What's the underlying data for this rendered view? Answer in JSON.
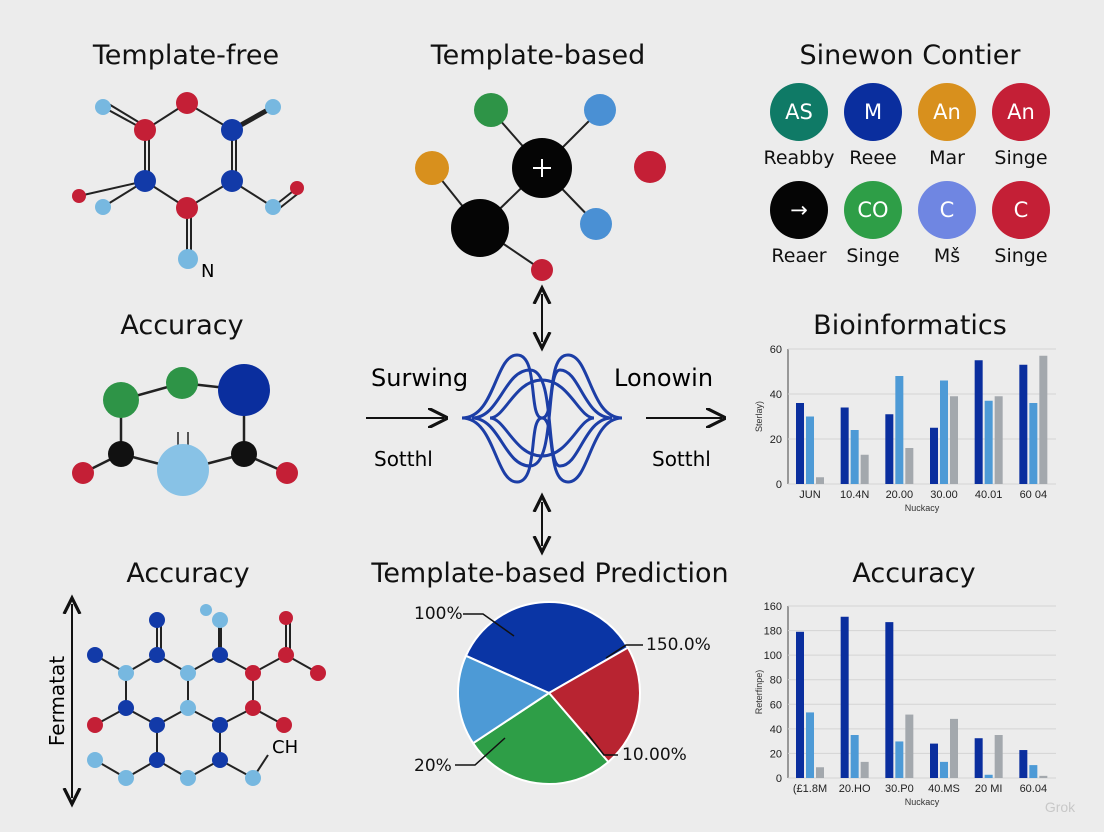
{
  "titles": {
    "top_left": "Template-free",
    "top_center": "Template-based",
    "top_right": "Sinew",
    "top_right_rest": "on Contier",
    "mid_left": "Accuracy",
    "mid_right": "Bioinformatics",
    "bot_left": "Accuracy",
    "bot_center": "Template-based Prediction",
    "bot_right": "Accuracy"
  },
  "molecule_top_left": {
    "atom_label": "N"
  },
  "molecule_bot_left": {
    "axis_label": "Fermatat",
    "atom_label": "CH"
  },
  "legend_grid": [
    {
      "badge": "AS",
      "label": "Reabby",
      "color": "#0f7a66"
    },
    {
      "badge": "M",
      "label": "Reee",
      "color": "#0a2e9e"
    },
    {
      "badge": "An",
      "label": "Mar",
      "color": "#d8901d"
    },
    {
      "badge": "An",
      "label": "Singe",
      "color": "#c41f36"
    },
    {
      "badge": "→",
      "label": "Reaer",
      "color": "#050505"
    },
    {
      "badge": "CO",
      "label": "Singe",
      "color": "#2e9e47"
    },
    {
      "badge": "C",
      "label": "Mš",
      "color": "#6f86e2"
    },
    {
      "badge": "C",
      "label": "Singe",
      "color": "#c41f36"
    }
  ],
  "flow": {
    "left_top": "Surwing",
    "left_bottom": "Sotthl",
    "right_top": "Lonowin",
    "right_bottom": "Sotthl"
  },
  "chart_data": [
    {
      "type": "bar",
      "title": "Bioinformatics",
      "xlabel": "Nuckacy",
      "ylabel": "Sterlay)",
      "ylim": [
        0,
        60
      ],
      "yticks": [
        "0",
        "20",
        "40",
        "60"
      ],
      "categories": [
        "JUN",
        "10.4N",
        "20.00",
        "30.00",
        "40.01",
        "60 04"
      ],
      "series": [
        {
          "color": "#0a2e9e",
          "values": [
            36,
            34,
            31,
            25,
            55,
            53
          ]
        },
        {
          "color": "#4d9ad6",
          "values": [
            30,
            24,
            48,
            46,
            37,
            36
          ]
        },
        {
          "color": "#a3a8ad",
          "values": [
            3,
            13,
            16,
            39,
            39,
            57
          ]
        }
      ]
    },
    {
      "type": "bar",
      "title": "Accuracy",
      "xlabel": "Nuckacy",
      "ylabel": "Reterfinpe)",
      "ylim": [
        0,
        160
      ],
      "yticks": [
        "0",
        "20",
        "40",
        "60",
        "80",
        "100",
        "180",
        "160"
      ],
      "categories": [
        "(£1.8M",
        "20.HO",
        "30.P0",
        "40.MS",
        "20 MI",
        "60.04"
      ],
      "series": [
        {
          "color": "#0a2e9e",
          "values": [
            136,
            150,
            145,
            32,
            37,
            26
          ]
        },
        {
          "color": "#4d9ad6",
          "values": [
            61,
            40,
            34,
            15,
            3,
            12
          ]
        },
        {
          "color": "#a3a8ad",
          "values": [
            10,
            15,
            59,
            55,
            40,
            2
          ]
        }
      ]
    },
    {
      "type": "pie",
      "title": "Template-based Prediction",
      "labels": [
        "100%",
        "150.0%",
        "10.00%",
        "20%"
      ],
      "slices": [
        {
          "color": "#0a35a5",
          "value": 35
        },
        {
          "color": "#b82431",
          "value": 22
        },
        {
          "color": "#2e9e47",
          "value": 27
        },
        {
          "color": "#4d9ad6",
          "value": 16
        }
      ]
    }
  ],
  "watermark": "Grok"
}
